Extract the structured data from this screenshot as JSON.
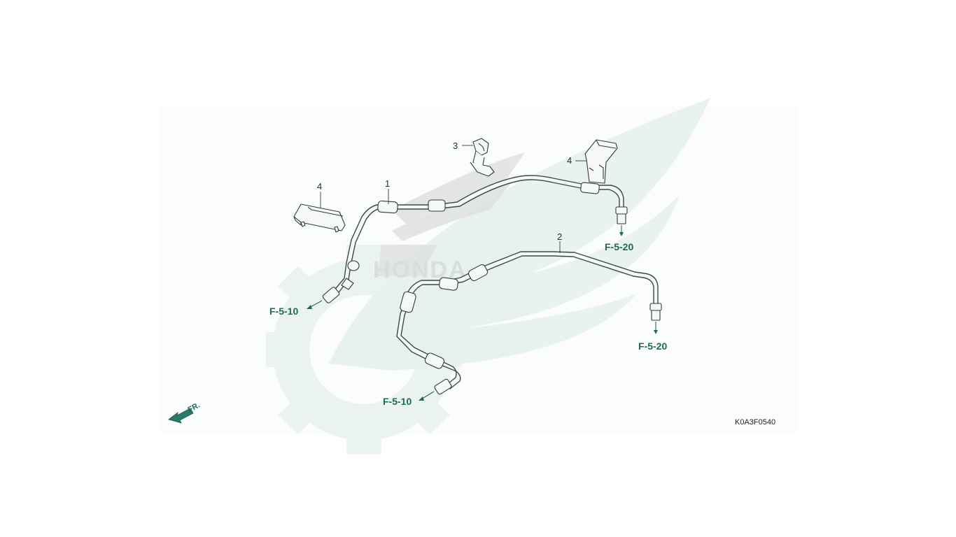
{
  "diagram_code": "K0A3F0540",
  "front_indicator": "FR.",
  "parts": [
    {
      "number": "1"
    },
    {
      "number": "2"
    },
    {
      "number": "3"
    },
    {
      "number": "4"
    },
    {
      "number": "4"
    }
  ],
  "references": [
    {
      "label": "F-5-10"
    },
    {
      "label": "F-5-10"
    },
    {
      "label": "F-5-20"
    },
    {
      "label": "F-5-20"
    }
  ],
  "watermark_text": "HONDA",
  "colors": {
    "line": "#2f3d39",
    "reference": "#1c6a5c",
    "watermark": "#e8f2ee"
  }
}
